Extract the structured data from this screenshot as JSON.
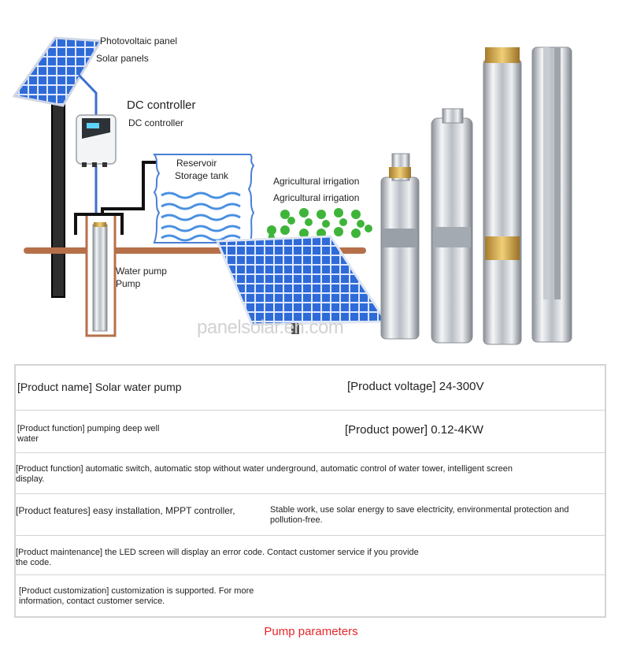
{
  "diagram": {
    "photovoltaic_panel": "Photovoltaic panel",
    "solar_panels": "Solar panels",
    "dc_controller_title": "DC controller",
    "dc_controller": "DC controller",
    "reservoir": "Reservoir",
    "storage_tank": "Storage tank",
    "agri_1": "Agricultural irrigation",
    "agri_2": "Agricultural irrigation",
    "water_pump": "Water pump",
    "pump": "Pump",
    "watermark": "panelsolar.en.com"
  },
  "table": {
    "row1": {
      "left": "[Product name] Solar water pump",
      "right": "[Product voltage] 24-300V"
    },
    "row2": {
      "left": "[Product function] pumping deep well water",
      "right": "[Product power] 0.12-4KW"
    },
    "row3": {
      "text": "[Product function] automatic switch, automatic stop without water underground, automatic control of water tower, intelligent screen display."
    },
    "row4": {
      "left": "[Product features] easy installation, MPPT controller,",
      "right": "Stable work, use solar energy to save electricity, environmental protection and pollution-free."
    },
    "row5": {
      "text": "[Product maintenance] the LED screen will display an error code. Contact customer service if you provide the code."
    },
    "row6": {
      "text": "[Product customization] customization is supported. For more information, contact customer service."
    }
  },
  "caption": "Pump parameters",
  "colors": {
    "caption": "#e8272b",
    "panel": "#1d4fb5",
    "ground": "#b5704a",
    "pipe": "#3b6fd1"
  }
}
